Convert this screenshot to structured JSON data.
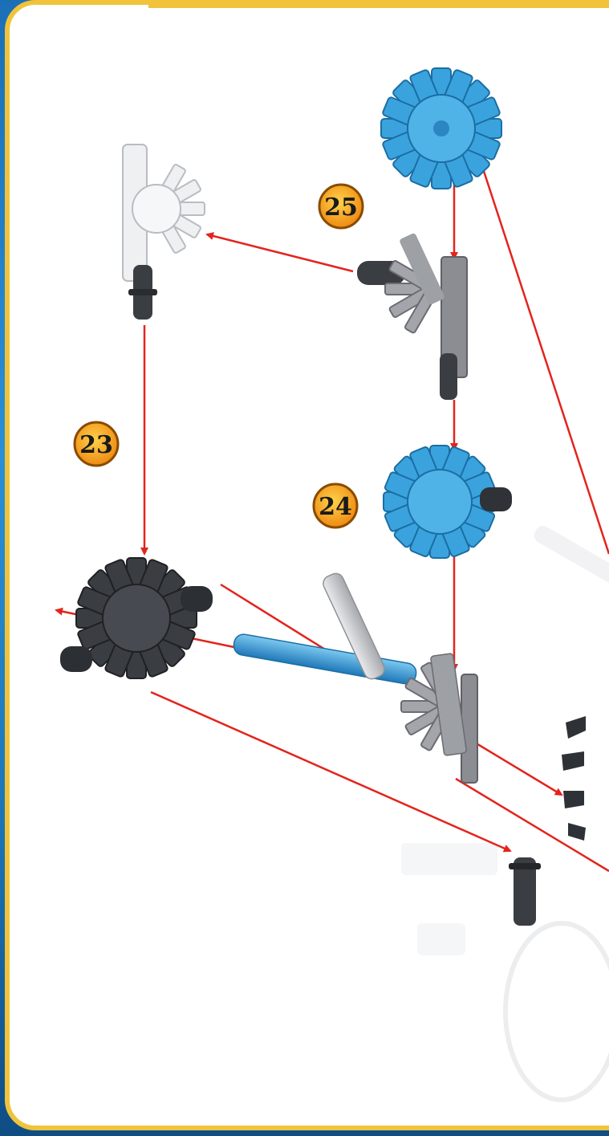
{
  "steps": [
    {
      "number": "25"
    },
    {
      "number": "23"
    },
    {
      "number": "24"
    }
  ],
  "colors": {
    "frame_border": "#f0c33a",
    "arrow": "#e3241d",
    "badge_fill": "#f39a1c",
    "part_blue": "#3aa3dd",
    "part_white": "#eef0f2",
    "part_gray": "#8b8d92",
    "part_dark": "#3a3d42"
  }
}
